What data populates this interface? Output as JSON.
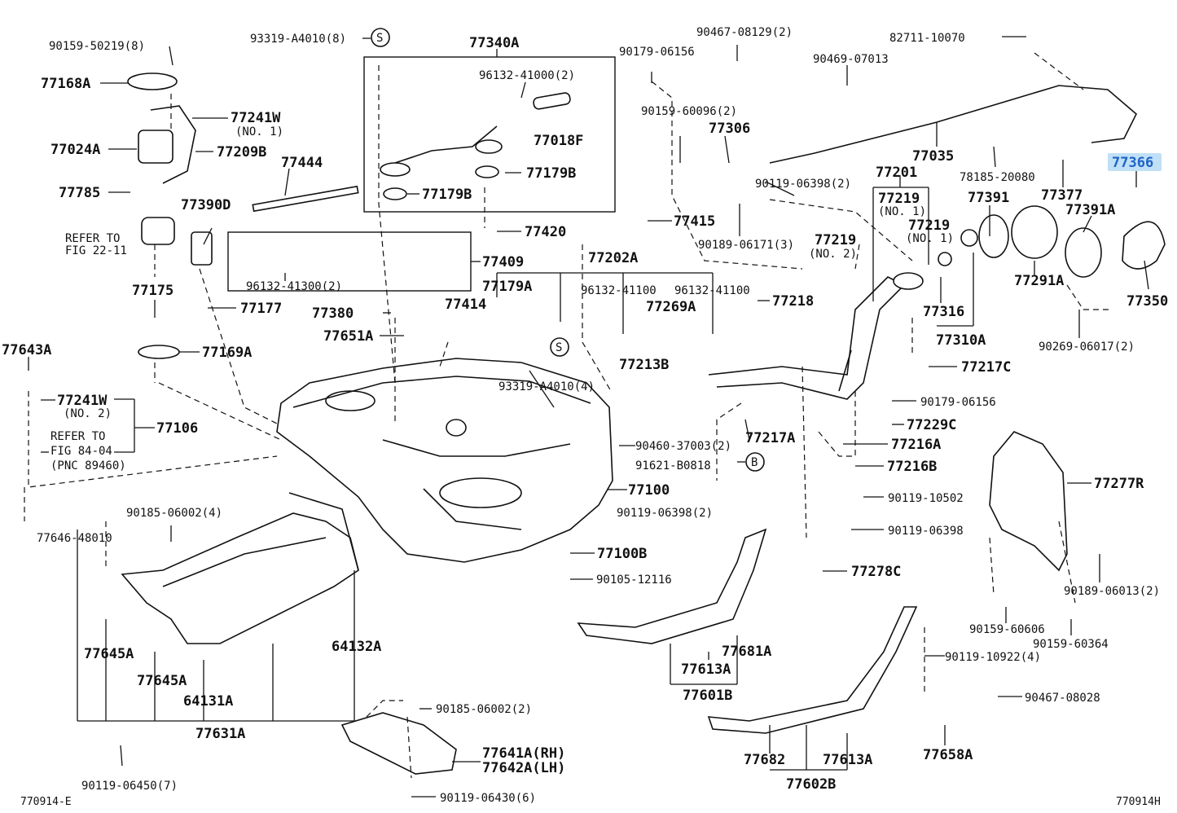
{
  "colors": {
    "ink": "#111111",
    "highlight_bg": "#bfe0f6",
    "highlight_text": "#1f63c6"
  },
  "footer": {
    "left": "770914-E",
    "right": "770914H"
  },
  "labels": {
    "p90159_50219": "90159-50219(8)",
    "p77168A": "77168A",
    "p77241W_1": "77241W",
    "no1_a": "(NO. 1)",
    "p77024A": "77024A",
    "p77209B": "77209B",
    "p77785": "77785",
    "p77444": "77444",
    "p77390D": "77390D",
    "refer22_1": "REFER TO",
    "refer22_2": "FIG 22-11",
    "p77175": "77175",
    "p77177": "77177",
    "p77169A": "77169A",
    "p77643A": "77643A",
    "p77241W_2": "77241W",
    "no2_a": "(NO. 2)",
    "refer84_1": "REFER TO",
    "refer84_2": "FIG 84-04",
    "refer84_3": "(PNC 89460)",
    "p77106": "77106",
    "p77646_48010": "77646-48010",
    "p90185_06002_4": "90185-06002(4)",
    "p77645A_1": "77645A",
    "p77645A_2": "77645A",
    "p64131A": "64131A",
    "p64132A": "64132A",
    "p77631A": "77631A",
    "p90119_06450": "90119-06450(7)",
    "p93319_A4010_8": "93319-A4010(8)",
    "s1": "S",
    "p77340A": "77340A",
    "p96132_41000": "96132-41000(2)",
    "p77018F": "77018F",
    "p77179B_1": "77179B",
    "p77179B_2": "77179B",
    "p77420": "77420",
    "p77409": "77409",
    "p96132_41300": "96132-41300(2)",
    "p77380": "77380",
    "p77651A": "77651A",
    "p77414": "77414",
    "p77179A": "77179A",
    "p77202A": "77202A",
    "p96132_41100_a": "96132-41100",
    "p96132_41100_b": "96132-41100",
    "p77269A": "77269A",
    "p77213B": "77213B",
    "s2": "S",
    "p93319_A4010_4": "93319-A4010(4)",
    "p90460_37003": "90460-37003(2)",
    "p91621_B0818": "91621-B0818",
    "b1": "B",
    "p77100": "77100",
    "p90119_06398_2a": "90119-06398(2)",
    "p77100B": "77100B",
    "p90105_12116": "90105-12116",
    "p90185_06002_2": "90185-06002(2)",
    "p77641A": "77641A(RH)",
    "p77642A": "77642A(LH)",
    "p90119_06430": "90119-06430(6)",
    "p90179_06156_a": "90179-06156",
    "p90467_08129": "90467-08129(2)",
    "p90159_60096": "90159-60096(2)",
    "p77306": "77306",
    "p90119_06398_2b": "90119-06398(2)",
    "p77415": "77415",
    "p90189_06171": "90189-06171(3)",
    "p77219_no2": "77219",
    "no2_b": "(NO. 2)",
    "p77218": "77218",
    "p77217A": "77217A",
    "p90469_07013": "90469-07013",
    "p82711_10070": "82711-10070",
    "p77035": "77035",
    "p77201": "77201",
    "p77219_a": "77219",
    "no1_b": "(NO. 1)",
    "p77219_b": "77219",
    "no1_c": "(NO. 1)",
    "p78185_20080": "78185-20080",
    "p77391": "77391",
    "p77377": "77377",
    "p77366": "77366",
    "p77391A": "77391A",
    "p77291A": "77291A",
    "p77350": "77350",
    "p77316": "77316",
    "p77310A": "77310A",
    "p90269_06017": "90269-06017(2)",
    "p77217C": "77217C",
    "p90179_06156_b": "90179-06156",
    "p77229C": "77229C",
    "p77216A": "77216A",
    "p77216B": "77216B",
    "p90119_10502": "90119-10502",
    "p90119_06398_c": "90119-06398",
    "p77277R": "77277R",
    "p77278C": "77278C",
    "p90189_06013": "90189-06013(2)",
    "p90159_60606": "90159-60606",
    "p90159_60364": "90159-60364",
    "p77681A": "77681A",
    "p77613A_1": "77613A",
    "p77601B": "77601B",
    "p90119_10922": "90119-10922(4)",
    "p90467_08028": "90467-08028",
    "p77682": "77682",
    "p77613A_2": "77613A",
    "p77602B": "77602B",
    "p77658A": "77658A"
  }
}
